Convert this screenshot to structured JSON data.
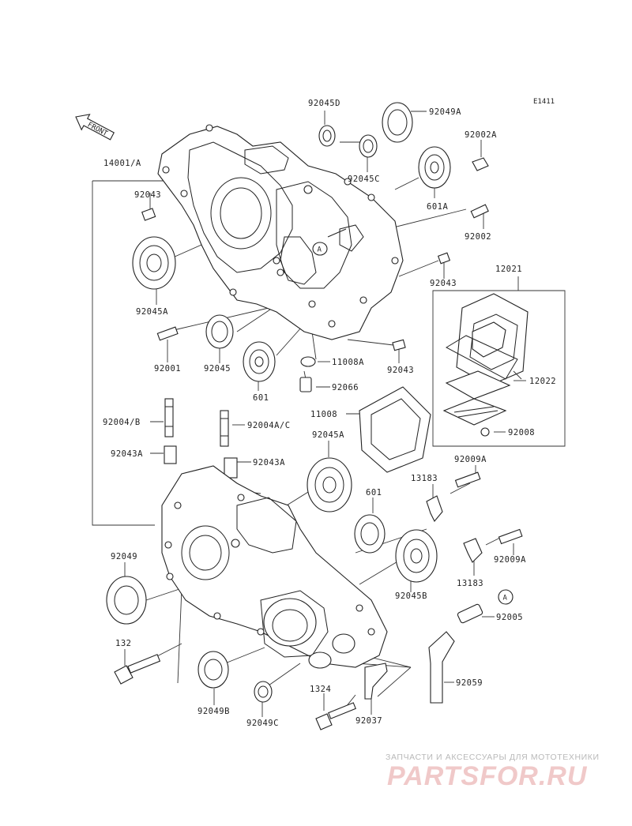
{
  "diagram": {
    "code": "E1411",
    "front_label": "FRONT",
    "labels": {
      "p92045D": "92045D",
      "p92049A": "92049A",
      "p92002A": "92002A",
      "p14001A": "14001/A",
      "p92045C": "92045C",
      "p92043_top": "92043",
      "p601A": "601A",
      "p92002": "92002",
      "p92043_mid": "92043",
      "p12021": "12021",
      "p92045A_top": "92045A",
      "p92001": "92001",
      "p92045": "92045",
      "p11008A": "11008A",
      "p92043_right": "92043",
      "p12022": "12022",
      "p601_top": "601",
      "p92066": "92066",
      "p11008": "11008",
      "p92004B": "92004/B",
      "p92004AC": "92004A/C",
      "p92008": "92008",
      "p92043A_left": "92043A",
      "p92043A_right": "92043A",
      "p92045A_bottom": "92045A",
      "p92009A_top": "92009A",
      "p13183_top": "13183",
      "p601_bottom": "601",
      "p92049": "92049",
      "p13183_bottom": "13183",
      "p92009A_bottom": "92009A",
      "p92045B": "92045B",
      "p92005": "92005",
      "p132": "132",
      "p92059": "92059",
      "p1324": "1324",
      "p92049B": "92049B",
      "p92049C": "92049C",
      "p92037": "92037",
      "ref_A": "A"
    }
  },
  "watermark": {
    "subtitle": "ЗАПЧАСТИ И АКСЕССУАРЫ ДЛЯ МОТОТЕХНИКИ",
    "brand": "PARTSFOR.RU"
  }
}
